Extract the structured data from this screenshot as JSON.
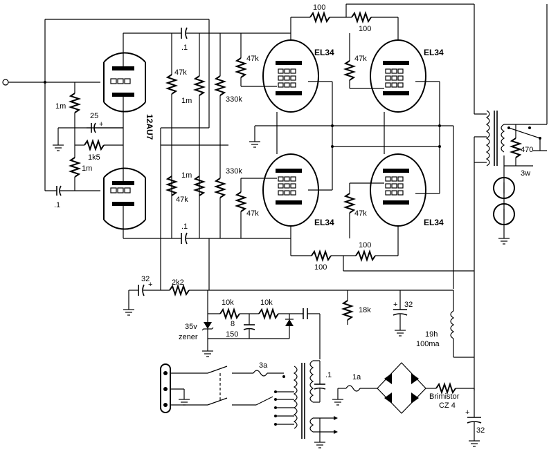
{
  "tubes": {
    "preamp": "12AU7",
    "output_top_left": "EL34",
    "output_top_right": "EL34",
    "output_bottom_left": "EL34",
    "output_bottom_right": "EL34"
  },
  "resistors": {
    "r_top_100a": "100",
    "r_top_100b": "100",
    "r_bot_100a": "100",
    "r_bot_100b": "100",
    "r_grid_1m_top": "1m",
    "r_cathode_1k5": "1k5",
    "r_grid_1m_bot": "1m",
    "r_47k_top": "47k",
    "r_1m_top": "1m",
    "r_330k_top": "330k",
    "r_1m_bot": "1m",
    "r_47k_bot": "47k",
    "r_330k_bot": "330k",
    "r_47k_el_tl": "47k",
    "r_47k_el_tr": "47k",
    "r_47k_el_bl": "47k",
    "r_47k_el_br": "47k",
    "r_2k2": "2k2",
    "r_10k_a": "10k",
    "r_10k_b": "10k",
    "r_18k": "18k",
    "r_470": "470",
    "r_470_power": "3w"
  },
  "capacitors": {
    "c_cathode": "25",
    "c_cathode_pol": "+",
    "c_coupling_top": ".1",
    "c_coupling_bot": ".1",
    "c_input_bot": ".1",
    "c_32_left": "32",
    "c_32_left_pol": "+",
    "c_8": "8",
    "c_8_volt": "150",
    "c_32_mid": "32",
    "c_32_mid_pol": "+",
    "c_32_out": "32",
    "c_32_out_pol": "+",
    "c_mains": ".1"
  },
  "misc": {
    "zener_value": "35v",
    "zener_label": "zener",
    "fuse_mains": "3a",
    "fuse_ht": "1a",
    "choke_value": "19h",
    "choke_current": "100ma",
    "brimistor": "Brimistor",
    "brimistor_type": "CZ 4"
  }
}
